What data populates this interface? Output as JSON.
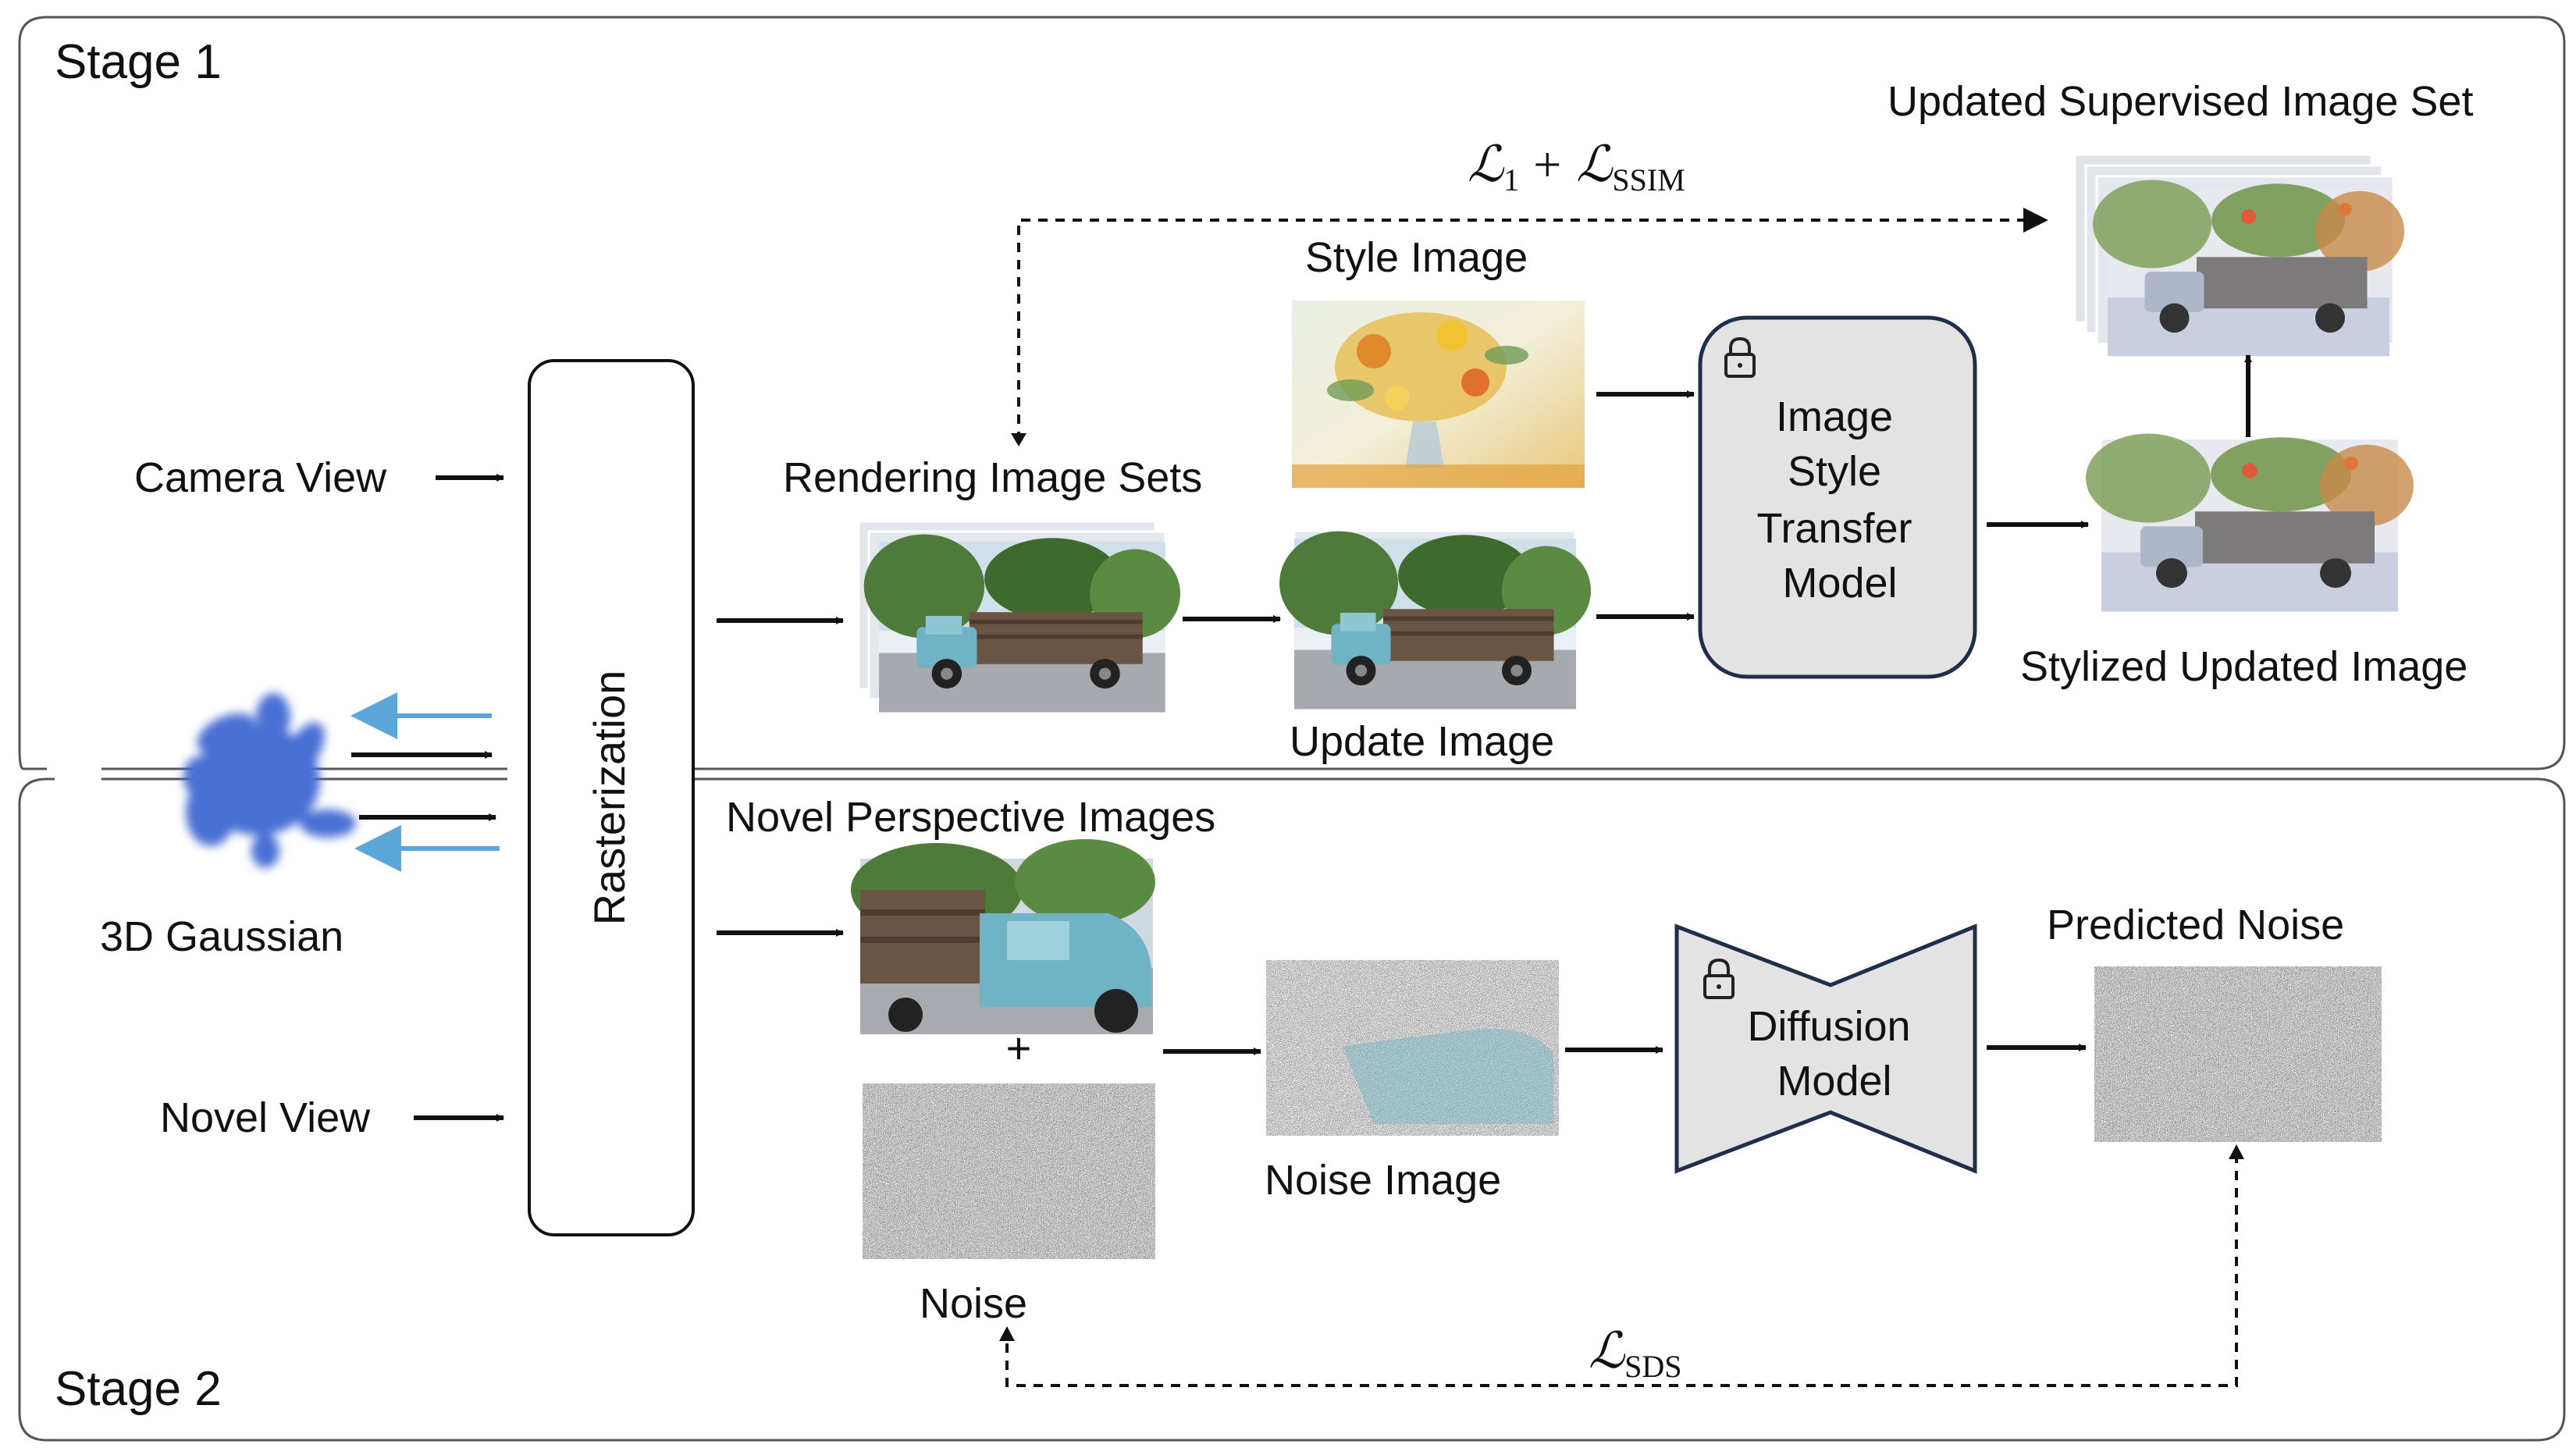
{
  "stages": {
    "stage1_label": "Stage 1",
    "stage2_label": "Stage 2"
  },
  "inputs": {
    "camera_view": "Camera View",
    "novel_view": "Novel View",
    "gaussian_label": "3D Gaussian"
  },
  "rasterization": "Rasterization",
  "stage1": {
    "loss_main": "ℒ",
    "loss_sub1": "1",
    "loss_plus": "+ ℒ",
    "loss_sub2": "SSIM",
    "updated_supervised": "Updated Supervised Image Set",
    "style_image": "Style Image",
    "rendering_image_sets": "Rendering Image Sets",
    "update_image": "Update Image",
    "style_model_line1": "Image",
    "style_model_line2": "Style",
    "style_model_line3": "Transfer",
    "style_model_line4": "Model",
    "stylized_updated": "Stylized Updated Image"
  },
  "stage2": {
    "novel_perspective": "Novel Perspective Images",
    "plus_sign": "+",
    "noise": "Noise",
    "noise_image": "Noise Image",
    "diffusion_line1": "Diffusion",
    "diffusion_line2": "Model",
    "predicted_noise": "Predicted Noise",
    "loss_sds_main": "ℒ",
    "loss_sds_sub": "SDS"
  },
  "colors": {
    "arrow_blue": "#5aa6d8",
    "gaussian_blue": "#4a6fd4",
    "model_fill": "#e3e3e3",
    "panel_stroke": "#555555",
    "truck_blue": "#6fb3c4"
  },
  "icons": {
    "lock": "lock-icon",
    "gaussian": "gaussian-blob-icon"
  }
}
